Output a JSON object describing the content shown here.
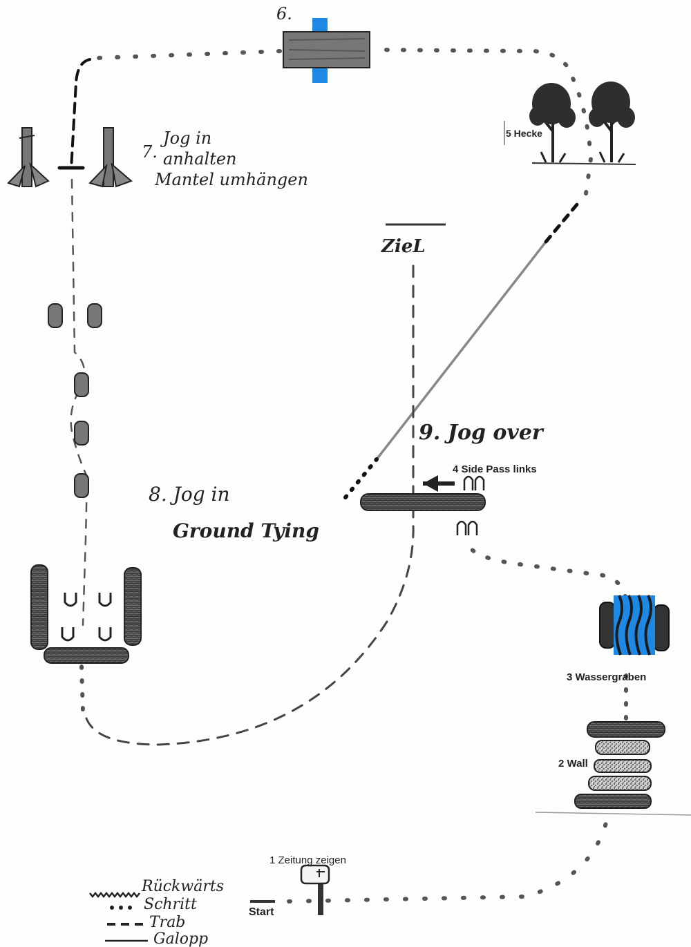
{
  "legend": {
    "backward": "Rückwärts",
    "walk": "Schritt",
    "trot": "Trab",
    "canter": "Galopp"
  },
  "labels": {
    "start": "Start",
    "finish": "ZieL",
    "obstacle_1": "1 Zeitung zeigen",
    "obstacle_2": "2 Wall",
    "obstacle_3": "3 Wassergraben",
    "obstacle_4": "4 Side Pass links",
    "obstacle_5": "5 Hecke",
    "obstacle_6": "6.",
    "obstacle_7_number": "7.",
    "obstacle_7_line1": "Jog in",
    "obstacle_7_line2": "anhalten",
    "obstacle_7_line3": "Mantel umhängen",
    "obstacle_8_line1": "8. Jog in",
    "obstacle_8_line2": "Ground Tying",
    "obstacle_9": "9. Jog over"
  },
  "colors": {
    "ink": "#222222",
    "pencil": "#555555",
    "water": "#1e88e5",
    "log": "#4a4a4a"
  }
}
